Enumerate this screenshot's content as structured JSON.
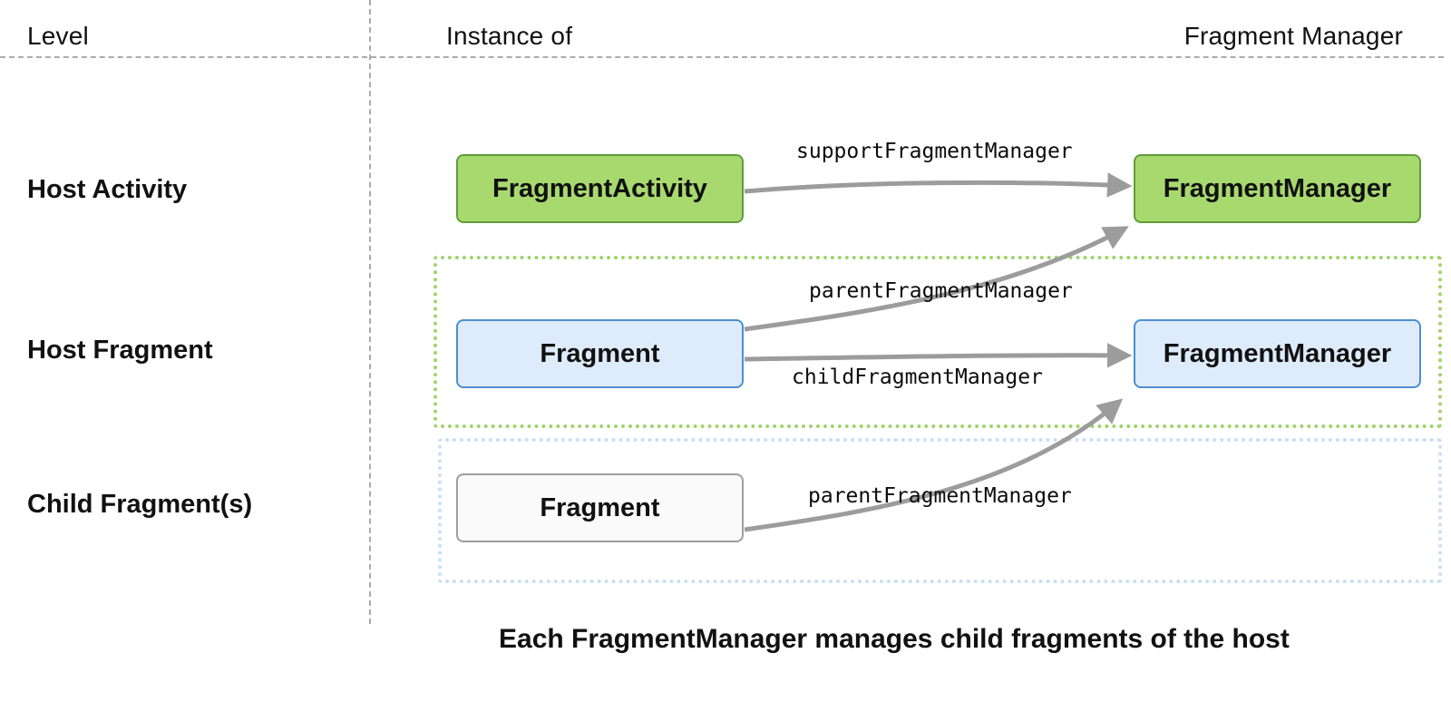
{
  "header": {
    "level": "Level",
    "instance_of": "Instance of",
    "fragment_manager": "Fragment Manager"
  },
  "rows": [
    {
      "label": "Host Activity"
    },
    {
      "label": "Host Fragment"
    },
    {
      "label": "Child Fragment(s)"
    }
  ],
  "boxes": {
    "fragment_activity": "FragmentActivity",
    "manager_green": "FragmentManager",
    "fragment_host": "Fragment",
    "manager_blue": "FragmentManager",
    "fragment_child": "Fragment"
  },
  "arrows": {
    "support": "supportFragmentManager",
    "parent_host": "parentFragmentManager",
    "child": "childFragmentManager",
    "parent_child": "parentFragmentManager"
  },
  "caption": "Each FragmentManager manages child fragments of the host",
  "colors": {
    "green_fill": "#A8D96F",
    "green_border": "#5F9E37",
    "blue_fill": "#DDEBFA",
    "blue_border": "#4E8FD0",
    "neutral_fill": "#FAFAFA",
    "neutral_border": "#9E9E9E",
    "container_green": "#9FD468",
    "container_blue": "#C9DFF5",
    "arrow": "#9C9C9C",
    "grid_line": "#ABABAB"
  }
}
